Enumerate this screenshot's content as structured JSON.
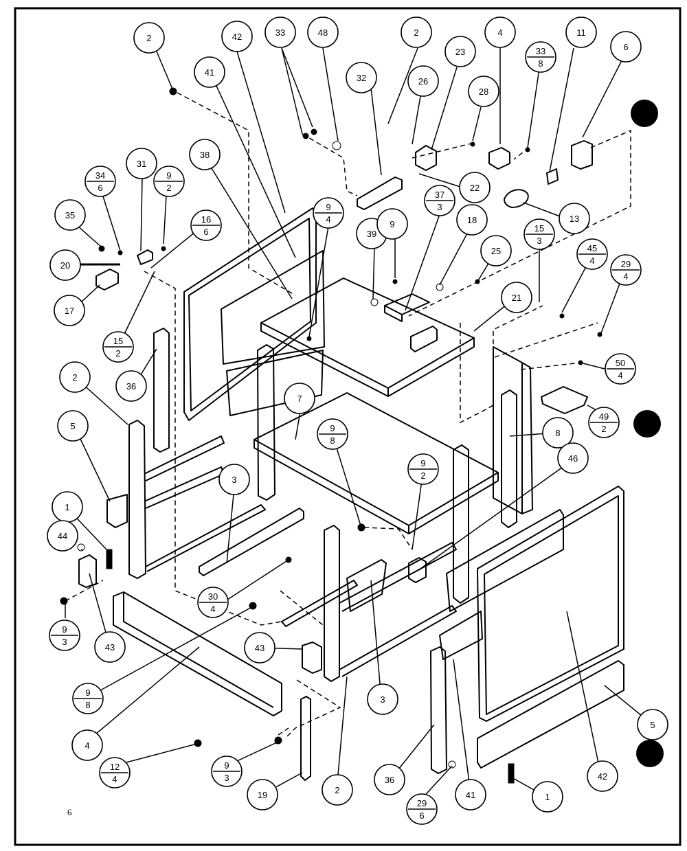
{
  "page": {
    "number": "6"
  },
  "callouts": [
    {
      "label": "2"
    },
    {
      "label": "42"
    },
    {
      "label": "33"
    },
    {
      "label": "48"
    },
    {
      "label": "2"
    },
    {
      "label": "4"
    },
    {
      "label": "11"
    },
    {
      "label": "6"
    },
    {
      "label": "41"
    },
    {
      "label": "32"
    },
    {
      "label": "23"
    },
    {
      "label": "26"
    },
    {
      "label": "28"
    },
    {
      "label": "33",
      "sub": "8"
    },
    {
      "label": "22"
    },
    {
      "label": "13"
    },
    {
      "label": "38"
    },
    {
      "label": "31"
    },
    {
      "label": "34",
      "sub": "6"
    },
    {
      "label": "9",
      "sub": "2"
    },
    {
      "label": "35"
    },
    {
      "label": "16",
      "sub": "6"
    },
    {
      "label": "9",
      "sub": "4"
    },
    {
      "label": "37",
      "sub": "3"
    },
    {
      "label": "18"
    },
    {
      "label": "39"
    },
    {
      "label": "9"
    },
    {
      "label": "25"
    },
    {
      "label": "15",
      "sub": "3"
    },
    {
      "label": "45",
      "sub": "4"
    },
    {
      "label": "29",
      "sub": "4"
    },
    {
      "label": "20"
    },
    {
      "label": "17"
    },
    {
      "label": "21"
    },
    {
      "label": "15",
      "sub": "2"
    },
    {
      "label": "36"
    },
    {
      "label": "50",
      "sub": "4"
    },
    {
      "label": "2"
    },
    {
      "label": "7"
    },
    {
      "label": "49",
      "sub": "2"
    },
    {
      "label": "5"
    },
    {
      "label": "9",
      "sub": "8"
    },
    {
      "label": "8"
    },
    {
      "label": "3"
    },
    {
      "label": "46"
    },
    {
      "label": "9",
      "sub": "2"
    },
    {
      "label": "1"
    },
    {
      "label": "44"
    },
    {
      "label": "30",
      "sub": "4"
    },
    {
      "label": "9",
      "sub": "3"
    },
    {
      "label": "43"
    },
    {
      "label": "43"
    },
    {
      "label": "9",
      "sub": "8"
    },
    {
      "label": "3"
    },
    {
      "label": "4"
    },
    {
      "label": "5"
    },
    {
      "label": "12",
      "sub": "4"
    },
    {
      "label": "9",
      "sub": "3"
    },
    {
      "label": "19"
    },
    {
      "label": "2"
    },
    {
      "label": "36"
    },
    {
      "label": "29",
      "sub": "6"
    },
    {
      "label": "41"
    },
    {
      "label": "1"
    },
    {
      "label": "42"
    }
  ]
}
